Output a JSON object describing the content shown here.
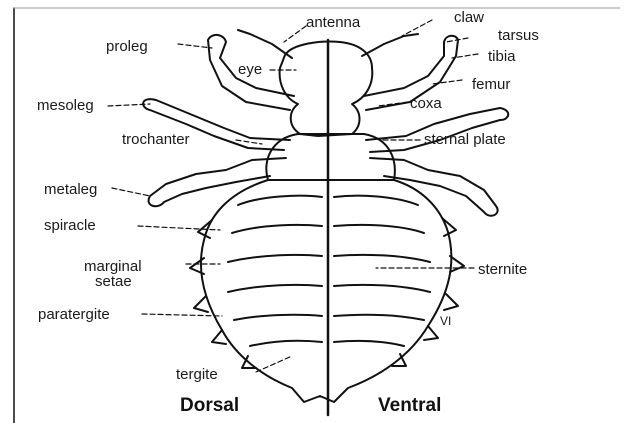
{
  "labels": {
    "antenna": "antenna",
    "claw": "claw",
    "tarsus": "tarsus",
    "tibia": "tibia",
    "proleg": "proleg",
    "eye": "eye",
    "femur": "femur",
    "mesoleg": "mesoleg",
    "coxa": "coxa",
    "trochanter": "trochanter",
    "sternal_plate": "sternal plate",
    "metaleg": "metaleg",
    "spiracle": "spiracle",
    "marginal_setae_1": "marginal",
    "marginal_setae_2": "setae",
    "sternite": "sternite",
    "paratergite": "paratergite",
    "segment_vi": "VI",
    "tergite": "tergite"
  },
  "views": {
    "left": "Dorsal",
    "right": "Ventral"
  }
}
